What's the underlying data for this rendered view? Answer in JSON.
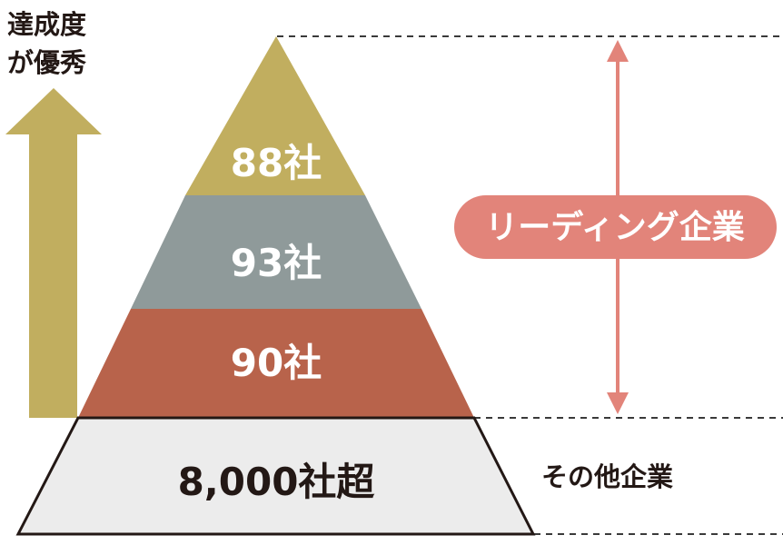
{
  "axis": {
    "label_line1": "達成度",
    "label_line2": "が優秀"
  },
  "pyramid": {
    "tiers": [
      {
        "label": "88社",
        "color": "#c1ae5f"
      },
      {
        "label": "93社",
        "color": "#8f9a9a"
      },
      {
        "label": "90社",
        "color": "#b8634b"
      },
      {
        "label": "8,000社超",
        "color": "#ececec"
      }
    ]
  },
  "groups": {
    "leading": "リーディング企業",
    "other": "その他企業"
  },
  "colors": {
    "axis_arrow": "#c1ae5f",
    "leading_accent": "#e2847a",
    "outline": "#231815",
    "dash": "#3a3a3a"
  }
}
